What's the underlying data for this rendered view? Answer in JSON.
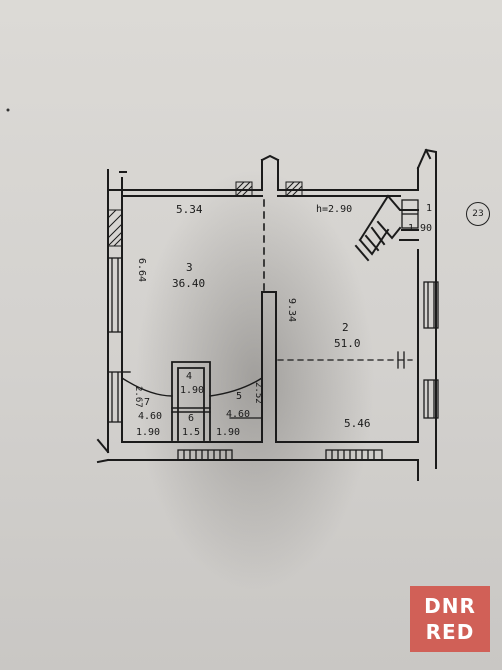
{
  "sheet_number": "23",
  "plan": {
    "room_3": {
      "number": "3",
      "area": "36.40",
      "width": "5.34",
      "depth": "6.64"
    },
    "room_2": {
      "number": "2",
      "area": "51.0",
      "width": "5.46",
      "depth": "9.34",
      "height": "h=2.90"
    },
    "room_1": {
      "number": "1",
      "width": "1.90"
    },
    "room_4": {
      "number": "4",
      "width": "1.90"
    },
    "room_6": {
      "number": "6",
      "width": "1.5"
    },
    "room_5": {
      "number": "5",
      "depth": "4.60",
      "width": "1.90",
      "side": "2.52"
    },
    "room_7": {
      "number": "7",
      "depth": "4.60",
      "width": "1.90",
      "side": "2.67"
    }
  },
  "watermark": {
    "line1": "DNR",
    "line2": "RED"
  }
}
